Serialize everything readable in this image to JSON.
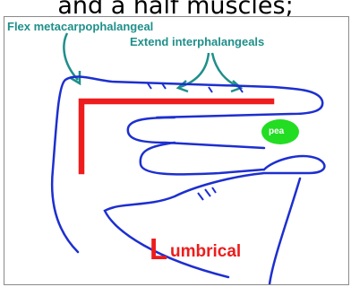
{
  "header": {
    "caption": "and a half muscles;"
  },
  "diagram": {
    "label_flex": "Flex metacarpophalangeal",
    "label_extend": "Extend interphalangeals",
    "pea_label": "pea",
    "title_initial": "L",
    "title_rest": "umbrical",
    "colors": {
      "outline": "#1d2fd0",
      "label_teal": "#1f8f8a",
      "muscle_red": "#ee1c1c",
      "pea_green": "#22dd22"
    }
  }
}
